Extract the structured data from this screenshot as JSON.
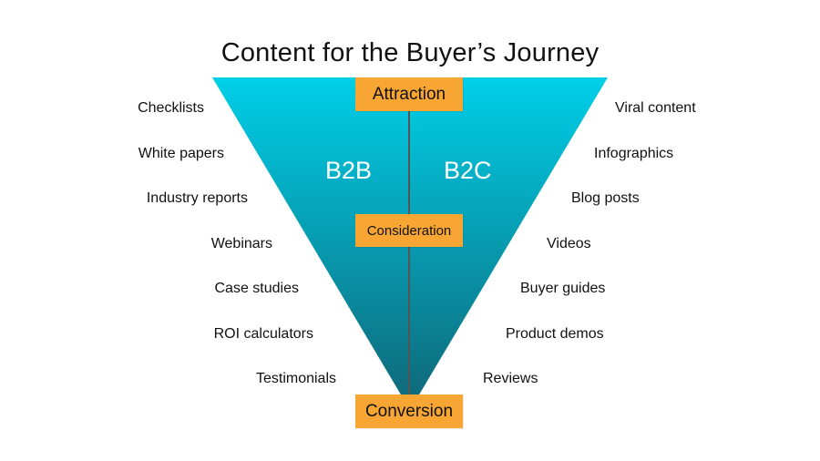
{
  "title": "Content for the Buyer’s Journey",
  "segments": {
    "left": "B2B",
    "right": "B2C"
  },
  "stages": [
    "Attraction",
    "Consideration",
    "Conversion"
  ],
  "b2b_content": [
    "Checklists",
    "White papers",
    "Industry reports",
    "Webinars",
    "Case studies",
    "ROI calculators",
    "Testimonials"
  ],
  "b2c_content": [
    "Viral content",
    "Infographics",
    "Blog posts",
    "Videos",
    "Buyer guides",
    "Product demos",
    "Reviews"
  ],
  "colors": {
    "funnel_top": "#00cfe8",
    "funnel_bottom": "#0f6677",
    "stage_fill": "#f7a634",
    "divider": "#555555"
  }
}
